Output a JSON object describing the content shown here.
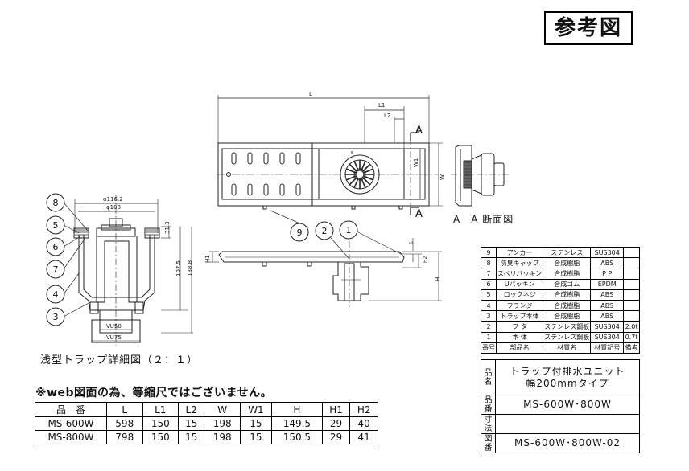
{
  "stamp": "参考図",
  "caption": "浅型トラップ詳細図（２：１）",
  "section_label": "A－A 断面図",
  "note": "※web図面の為、等縮尺ではございません。",
  "dims": {
    "L": "L",
    "L1": "L1",
    "L2": "L2",
    "W": "W",
    "W1": "W1",
    "H": "H",
    "H1": "H1",
    "H2": "H2",
    "A_top": "A",
    "A_bottom": "A",
    "d6": "6",
    "dia116": "φ116.2",
    "dia108": "φ108",
    "d31": "31.3",
    "d107": "107.5",
    "d138": "138.8",
    "vu50": "VU50",
    "vu75": "VU75"
  },
  "callouts": [
    "8",
    "5",
    "6",
    "7",
    "4",
    "3",
    "9",
    "2",
    "1"
  ],
  "parts_table": {
    "rows": [
      [
        "9",
        "アンカー",
        "ステンレス",
        "SUS304",
        ""
      ],
      [
        "8",
        "防臭キャップ",
        "合成樹脂",
        "ABS",
        ""
      ],
      [
        "7",
        "スペリパッキン",
        "合成樹脂",
        "P P",
        ""
      ],
      [
        "6",
        "Uパッキン",
        "合成ゴム",
        "EPDM",
        ""
      ],
      [
        "5",
        "ロックネジ",
        "合成樹脂",
        "ABS",
        ""
      ],
      [
        "4",
        "フランジ",
        "合成樹脂",
        "ABS",
        ""
      ],
      [
        "3",
        "トラップ本体",
        "合成樹脂",
        "ABS",
        ""
      ],
      [
        "2",
        "フ タ",
        "ステンレス鋼板",
        "SUS304",
        "2.0t"
      ],
      [
        "1",
        "本 体",
        "ステンレス鋼板",
        "SUS304",
        "0.7t"
      ]
    ],
    "header": [
      "番号",
      "部品名",
      "材質名",
      "材質記号",
      "備考"
    ]
  },
  "title_block": {
    "name_label": "品名",
    "name_line1": "トラップ付排水ユニット",
    "name_line2": "幅200mmタイプ",
    "number_label": "品番",
    "number_value": "MS-600W･800W",
    "dim_label": "寸法",
    "dim_value": "",
    "drawing_label": "図番",
    "drawing_value": "MS-600W･800W-02"
  },
  "dims_table": {
    "header": [
      "品　番",
      "L",
      "L1",
      "L2",
      "W",
      "W1",
      "H",
      "H1",
      "H2"
    ],
    "rows": [
      [
        "MS-600W",
        "598",
        "150",
        "15",
        "198",
        "15",
        "149.5",
        "29",
        "40"
      ],
      [
        "MS-800W",
        "798",
        "150",
        "15",
        "198",
        "15",
        "150.5",
        "29",
        "41"
      ]
    ]
  }
}
